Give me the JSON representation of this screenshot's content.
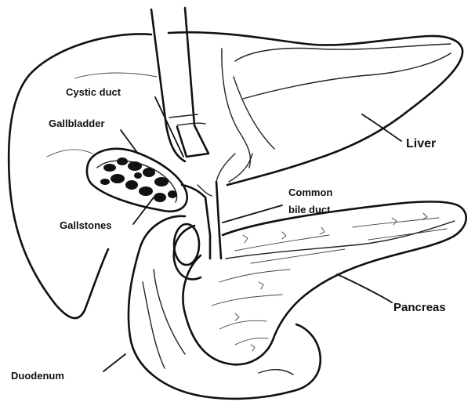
{
  "labels": {
    "cystic_duct": "Cystic duct",
    "gallbladder": "Gallbladder",
    "gallstones": "Gallstones",
    "common_bile_duct_line1": "Common",
    "common_bile_duct_line2": "bile duct",
    "liver": "Liver",
    "pancreas": "Pancreas",
    "duodenum": "Duodenum"
  },
  "colors": {
    "ink": "#111111",
    "background": "#ffffff"
  }
}
